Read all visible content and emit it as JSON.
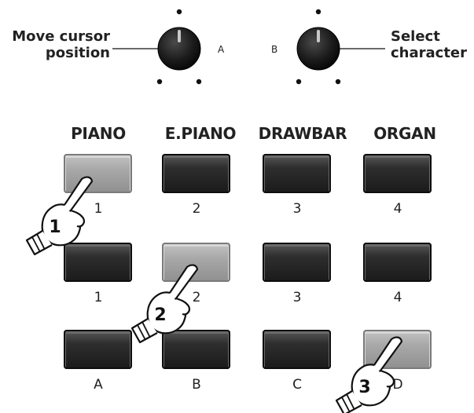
{
  "knobs": {
    "left": {
      "label_line1": "Move cursor",
      "label_line2": "position",
      "letter": "A"
    },
    "right": {
      "label_line1": "Select",
      "label_line2": "character",
      "letter": "B"
    }
  },
  "categories": [
    "PIANO",
    "E.PIANO",
    "DRAWBAR",
    "ORGAN"
  ],
  "rows": [
    {
      "labels": [
        "1",
        "2",
        "3",
        "4"
      ],
      "pressed": [
        true,
        false,
        false,
        false
      ]
    },
    {
      "labels": [
        "1",
        "2",
        "3",
        "4"
      ],
      "pressed": [
        false,
        true,
        false,
        false
      ]
    },
    {
      "labels": [
        "A",
        "B",
        "C",
        "D"
      ],
      "pressed": [
        false,
        false,
        false,
        true
      ]
    }
  ],
  "steps": [
    "1",
    "2",
    "3"
  ]
}
